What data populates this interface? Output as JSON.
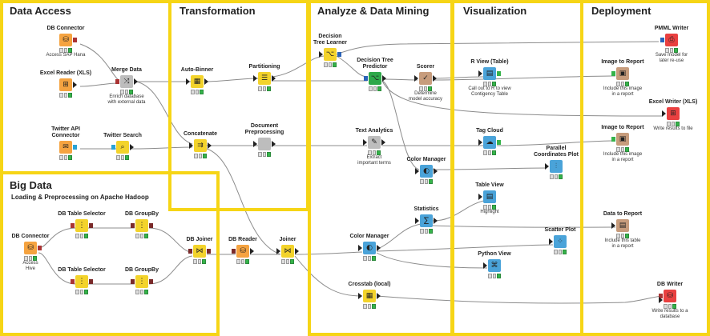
{
  "sections": {
    "data_access": "Data Access",
    "transformation": "Transformation",
    "analyze": "Analyze & Data Mining",
    "visualization": "Visualization",
    "deployment": "Deployment",
    "big_data": "Big Data",
    "big_data_subtitle": "Loading & Preprocessing on Apache Hadoop"
  },
  "colors": {
    "section_border": "#f6d516",
    "reader_node": "#f5a340",
    "manipulator_node": "#f3d32b",
    "learner_node": "#bdbdbd",
    "view_node": "#4aa3d9",
    "writer_node": "#e94040",
    "report_node": "#c79c7c",
    "status_ok": "#35b34a"
  },
  "nodes": {
    "db_connector_top": {
      "title": "DB Connector",
      "caption": "Access SAP Hana",
      "icon": "database-plug-icon"
    },
    "excel_reader": {
      "title": "Excel Reader (XLS)",
      "caption": "",
      "icon": "excel-icon"
    },
    "merge_data": {
      "title": "Merge Data",
      "caption": "Enrich database\nwith external data",
      "icon": "merge-icon"
    },
    "twitter_api": {
      "title": "Twitter API\nConnector",
      "caption": "",
      "icon": "twitter-icon"
    },
    "twitter_search": {
      "title": "Twitter Search",
      "caption": "",
      "icon": "twitter-search-icon"
    },
    "auto_binner": {
      "title": "Auto-Binner",
      "caption": "",
      "icon": "binner-icon"
    },
    "partitioning": {
      "title": "Partitioning",
      "caption": "",
      "icon": "partition-icon"
    },
    "concatenate": {
      "title": "Concatenate",
      "caption": "",
      "icon": "concatenate-icon"
    },
    "document_preprocessing": {
      "title": "Document\nPreprocessing",
      "caption": "",
      "icon": "document-icon"
    },
    "dt_learner": {
      "title": "Decision\nTree Learner",
      "caption": "",
      "icon": "tree-learner-icon"
    },
    "dt_predictor": {
      "title": "Decision Tree\nPredictor",
      "caption": "",
      "icon": "tree-predictor-icon"
    },
    "scorer": {
      "title": "Scorer",
      "caption": "Determine\nmodel accuracy",
      "icon": "scorer-icon"
    },
    "text_analytics": {
      "title": "Text Analytics",
      "caption": "Extract\nimportant terms",
      "icon": "text-analytics-icon"
    },
    "color_manager_top": {
      "title": "Color Manager",
      "caption": "",
      "icon": "color-manager-icon"
    },
    "statistics": {
      "title": "Statistics",
      "caption": "",
      "icon": "statistics-icon"
    },
    "color_manager_bottom": {
      "title": "Color Manager",
      "caption": "",
      "icon": "color-manager-icon"
    },
    "crosstab": {
      "title": "Crosstab (local)",
      "caption": "",
      "icon": "crosstab-icon"
    },
    "r_view": {
      "title": "R View (Table)",
      "caption": "Call out to R to view\nContigency Table",
      "icon": "r-view-icon"
    },
    "tag_cloud": {
      "title": "Tag Cloud",
      "caption": "",
      "icon": "tag-cloud-icon"
    },
    "parallel_coordinates": {
      "title": "Parallel\nCoordinates Plot",
      "caption": "",
      "icon": "parallel-coordinates-icon"
    },
    "table_view": {
      "title": "Table View",
      "caption": "Highlight",
      "icon": "table-view-icon"
    },
    "scatter_plot": {
      "title": "Scatter Plot",
      "caption": "",
      "icon": "scatter-plot-icon"
    },
    "python_view": {
      "title": "Python View",
      "caption": "",
      "icon": "python-icon"
    },
    "pmml_writer": {
      "title": "PMML Writer",
      "caption": "Save model for\nlater re-use",
      "icon": "pmml-icon"
    },
    "image_to_report_1": {
      "title": "Image to Report",
      "caption": "Include this image\nin a report",
      "icon": "report-image-icon"
    },
    "excel_writer": {
      "title": "Excel Writer (XLS)",
      "caption": "Write results to file",
      "icon": "excel-writer-icon"
    },
    "image_to_report_2": {
      "title": "Image to Report",
      "caption": "Include this image\nin a report",
      "icon": "report-image-icon"
    },
    "data_to_report": {
      "title": "Data to Report",
      "caption": "Include this table\nin a report",
      "icon": "report-data-icon"
    },
    "db_writer": {
      "title": "DB Writer",
      "caption": "Write results to a\ndatabase",
      "icon": "db-writer-icon"
    },
    "db_connector_hadoop": {
      "title": "DB Connector",
      "caption": "Access\nHive",
      "icon": "database-plug-icon"
    },
    "db_table_selector_1": {
      "title": "DB Table Selector",
      "caption": "",
      "icon": "db-table-icon"
    },
    "db_table_selector_2": {
      "title": "DB Table Selector",
      "caption": "",
      "icon": "db-table-icon"
    },
    "db_groupby_1": {
      "title": "DB GroupBy",
      "caption": "",
      "icon": "db-groupby-icon"
    },
    "db_groupby_2": {
      "title": "DB GroupBy",
      "caption": "",
      "icon": "db-groupby-icon"
    },
    "db_joiner": {
      "title": "DB Joiner",
      "caption": "",
      "icon": "db-joiner-icon"
    },
    "db_reader": {
      "title": "DB Reader",
      "caption": "",
      "icon": "db-reader-icon"
    },
    "joiner": {
      "title": "Joiner",
      "caption": "",
      "icon": "joiner-icon"
    }
  }
}
